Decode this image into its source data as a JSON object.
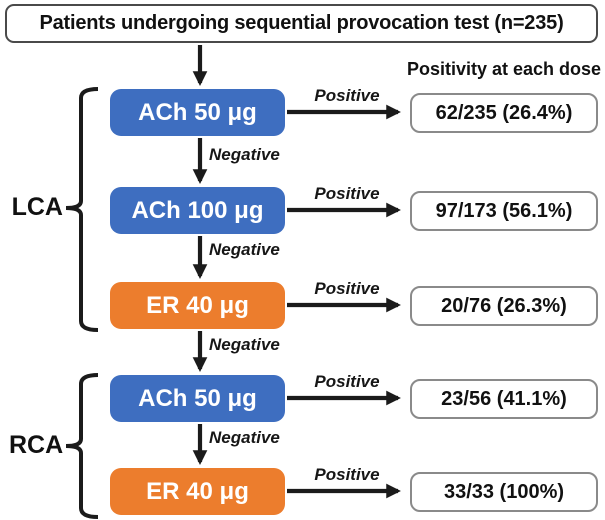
{
  "figure": {
    "title": "Patients undergoing sequential provocation test (n=235)",
    "column_header": "Positivity at each dose",
    "positive_label": "Positive",
    "negative_label": "Negative",
    "groups": [
      {
        "label": "LCA"
      },
      {
        "label": "RCA"
      }
    ],
    "steps": [
      {
        "dose": "ACh 50 μg",
        "agent": "ACh",
        "group": "LCA",
        "result": "62/235 (26.4%)"
      },
      {
        "dose": "ACh 100 μg",
        "agent": "ACh",
        "group": "LCA",
        "result": "97/173 (56.1%)"
      },
      {
        "dose": "ER 40 μg",
        "agent": "ER",
        "group": "LCA",
        "result": "20/76 (26.3%)"
      },
      {
        "dose": "ACh 50 μg",
        "agent": "ACh",
        "group": "RCA",
        "result": "23/56 (41.1%)"
      },
      {
        "dose": "ER 40 μg",
        "agent": "ER",
        "group": "RCA",
        "result": "33/33 (100%)"
      }
    ],
    "colors": {
      "ach_blue": "#3e6ec0",
      "er_orange": "#ec7d2d",
      "arrow_black": "#1b1b1b",
      "result_border": "#8a8a8a",
      "title_border": "#4a4a4a"
    }
  }
}
